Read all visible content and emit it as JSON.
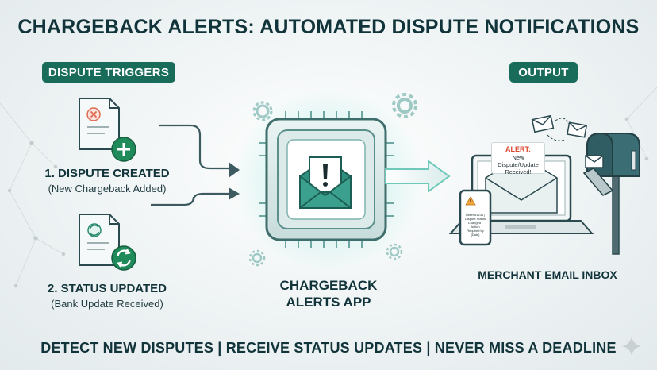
{
  "title": "CHARGEBACK ALERTS: AUTOMATED DISPUTE NOTIFICATIONS",
  "triggers": {
    "heading": "DISPUTE TRIGGERS",
    "items": [
      {
        "title": "1. DISPUTE CREATED",
        "subtitle": "(New Chargeback Added)"
      },
      {
        "title": "2. STATUS UPDATED",
        "subtitle": "(Bank Update Received)"
      }
    ]
  },
  "app": {
    "label_line1": "CHARGEBACK",
    "label_line2": "ALERTS APP"
  },
  "output": {
    "heading": "OUTPUT",
    "inbox_label": "MERCHANT EMAIL INBOX",
    "alert_prefix": "ALERT:",
    "alert_text": "New Dispute/Update Received!",
    "phone_text": "Order #1234 | Dispute Status Changed | Action Required by [Date]"
  },
  "footer": "DETECT NEW DISPUTES | RECEIVE STATUS UPDATES | NEVER MISS A DEADLINE",
  "colors": {
    "teal_dark": "#196b5a",
    "teal": "#3b9c8f",
    "alert_red": "#d9482f",
    "green": "#1f8a5a"
  }
}
